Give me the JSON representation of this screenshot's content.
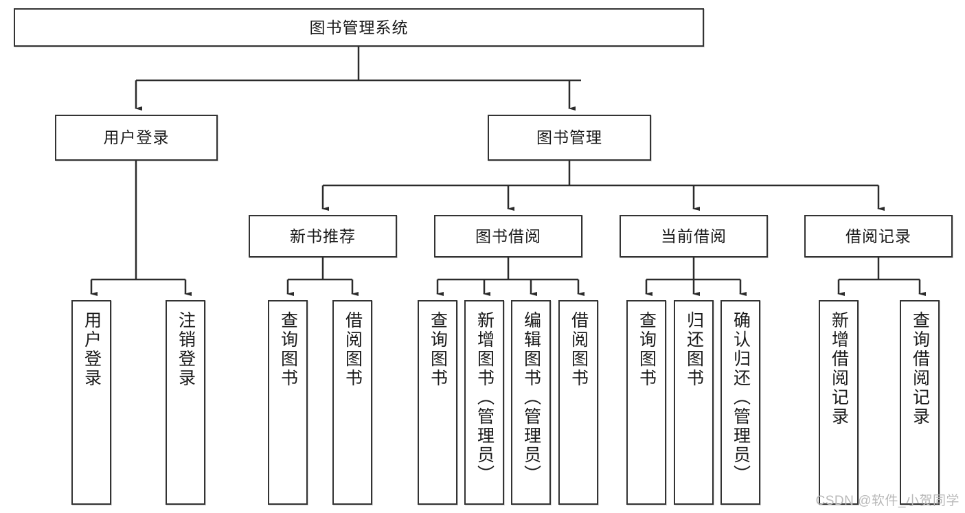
{
  "diagram": {
    "type": "tree-hierarchy",
    "title": "图书管理系统",
    "root": {
      "id": "root",
      "label": "图书管理系统"
    },
    "level2": [
      {
        "id": "user-login",
        "label": "用户登录"
      },
      {
        "id": "book-manage",
        "label": "图书管理"
      }
    ],
    "level3": [
      {
        "id": "new-book-recommend",
        "label": "新书推荐",
        "parent": "book-manage"
      },
      {
        "id": "book-borrow",
        "label": "图书借阅",
        "parent": "book-manage"
      },
      {
        "id": "current-borrow",
        "label": "当前借阅",
        "parent": "book-manage"
      },
      {
        "id": "borrow-record",
        "label": "借阅记录",
        "parent": "book-manage"
      }
    ],
    "leaves": [
      {
        "id": "leaf-user-login",
        "label": "用户登录",
        "parent": "user-login"
      },
      {
        "id": "leaf-user-logout",
        "label": "注销登录",
        "parent": "user-login"
      },
      {
        "id": "leaf-query-book-1",
        "label": "查询图书",
        "parent": "new-book-recommend"
      },
      {
        "id": "leaf-borrow-book-1",
        "label": "借阅图书",
        "parent": "new-book-recommend"
      },
      {
        "id": "leaf-query-book-2",
        "label": "查询图书",
        "parent": "book-borrow"
      },
      {
        "id": "leaf-add-book",
        "label": "新增图书（管理员）",
        "parent": "book-borrow"
      },
      {
        "id": "leaf-edit-book",
        "label": "编辑图书（管理员）",
        "parent": "book-borrow"
      },
      {
        "id": "leaf-borrow-book-2",
        "label": "借阅图书",
        "parent": "book-borrow"
      },
      {
        "id": "leaf-query-book-3",
        "label": "查询图书",
        "parent": "current-borrow"
      },
      {
        "id": "leaf-return-book",
        "label": "归还图书",
        "parent": "current-borrow"
      },
      {
        "id": "leaf-confirm-return",
        "label": "确认归还（管理员）",
        "parent": "current-borrow"
      },
      {
        "id": "leaf-add-record",
        "label": "新增借阅记录",
        "parent": "borrow-record"
      },
      {
        "id": "leaf-query-record",
        "label": "查询借阅记录",
        "parent": "borrow-record"
      }
    ]
  },
  "watermark": {
    "text": "CSDN @软件_小贺同学"
  },
  "colors": {
    "border": "#333333",
    "background": "#ffffff",
    "text": "#1a1a1a",
    "watermark": "#b9b9b9"
  }
}
